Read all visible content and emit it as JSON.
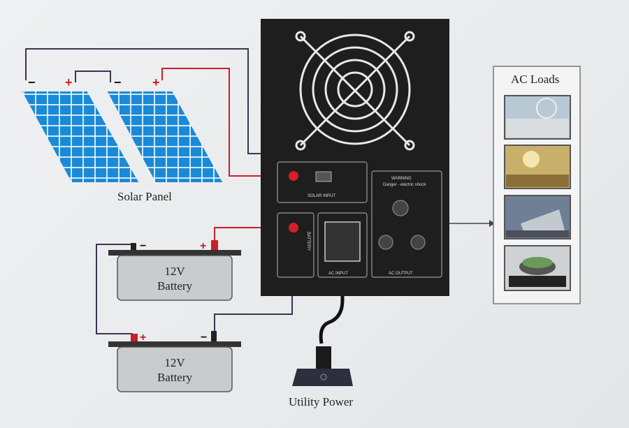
{
  "labels": {
    "solar_panel": "Solar Panel",
    "utility_power": "Utility Power",
    "ac_loads": "AC Loads"
  },
  "batteries": [
    {
      "line1": "12V",
      "line2": "Battery"
    },
    {
      "line1": "12V",
      "line2": "Battery"
    }
  ],
  "inverter": {
    "solar_input": "SOLAR INPUT",
    "battery": "BATTERY",
    "ac_input": "AC INPUT",
    "ac_output": "AC OUTPUT",
    "warning": "WARNING",
    "warning_sub": "Danger - electric shock"
  },
  "polarity": {
    "plus": "+",
    "minus": "−"
  },
  "colors": {
    "positive_wire": "#c8202a",
    "negative_wire": "#3a3550",
    "inverter_body": "#1e1e1e",
    "panel_cell": "#1a8ad8",
    "battery_body": "#c9cbcd"
  }
}
